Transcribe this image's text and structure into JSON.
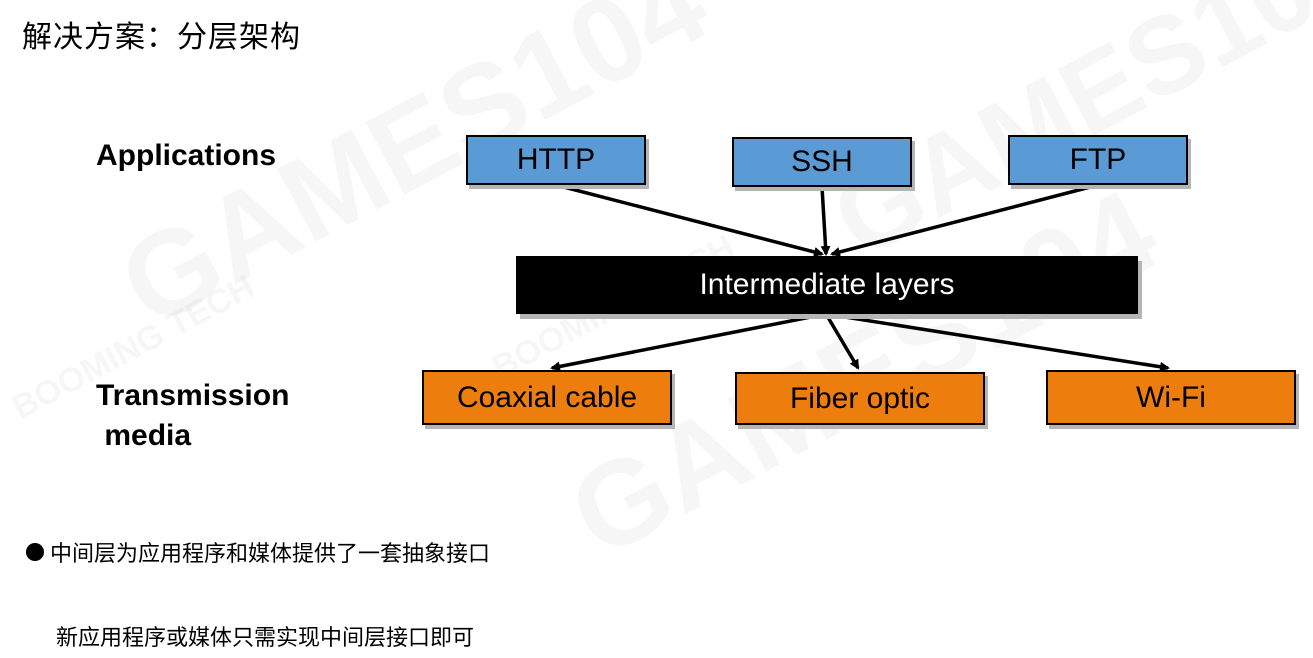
{
  "title": "解决方案：分层架构",
  "labels": {
    "applications": "Applications",
    "transmission_line1": "Transmission",
    "transmission_line2": " media"
  },
  "applications": [
    "HTTP",
    "SSH",
    "FTP"
  ],
  "intermediate": "Intermediate layers",
  "media": [
    "Coaxial cable",
    "Fiber optic",
    "Wi-Fi"
  ],
  "bullets": [
    "中间层为应用程序和媒体提供了一套抽象接口",
    "新应用程序或媒体只需实现中间层接口即可"
  ],
  "watermark": {
    "text": "GAMES104",
    "subtext": "BOOMING TECH"
  },
  "colors": {
    "application_box": "#5b9bd5",
    "media_box": "#ed7d0c",
    "intermediate_box": "#000000"
  }
}
